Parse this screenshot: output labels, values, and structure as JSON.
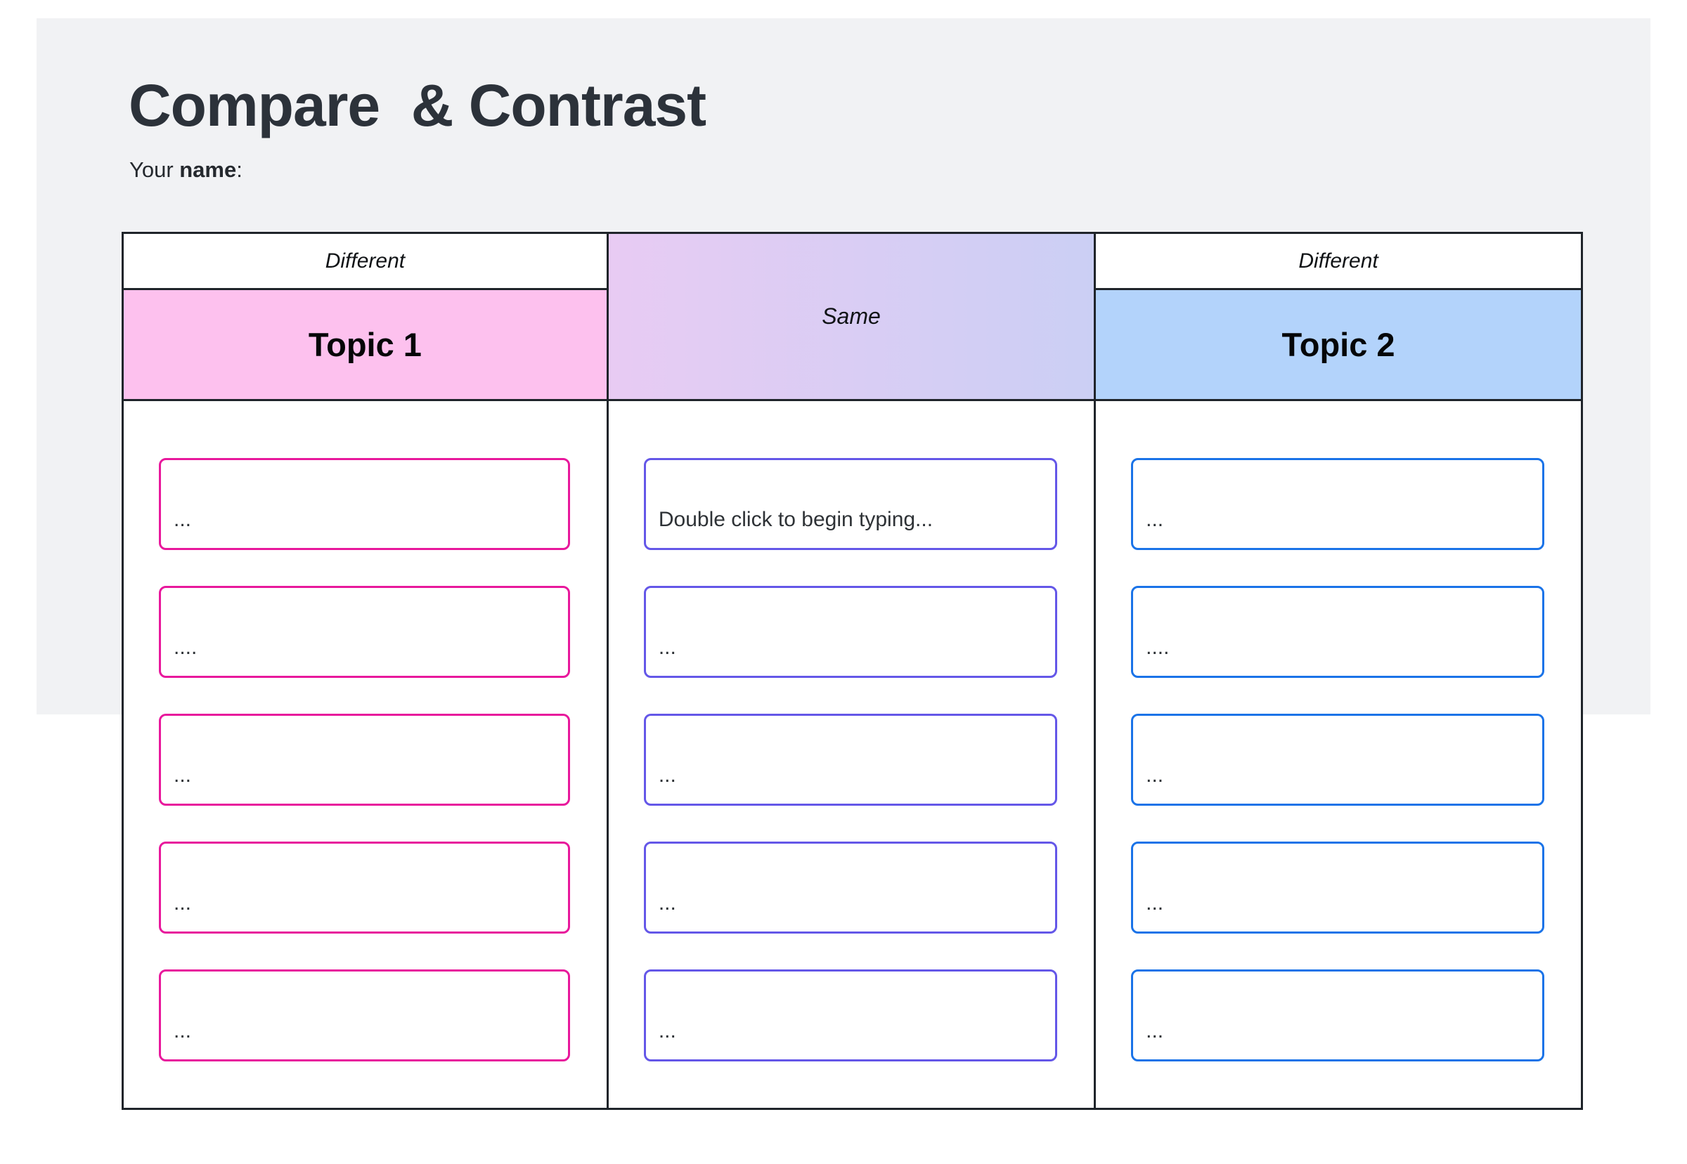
{
  "header": {
    "title": "Compare  & Contrast",
    "name_prefix": "Your ",
    "name_bold": "name",
    "name_suffix": ":"
  },
  "table": {
    "columns": [
      {
        "id": "topic1",
        "different_label": "Different",
        "topic_label": "Topic 1",
        "boxes": [
          "...",
          "....",
          "...",
          "...",
          "..."
        ]
      },
      {
        "id": "same",
        "same_label": "Same",
        "boxes": [
          "Double click to begin typing...",
          "...",
          "...",
          "...",
          "..."
        ]
      },
      {
        "id": "topic2",
        "different_label": "Different",
        "topic_label": "Topic 2",
        "boxes": [
          "...",
          "....",
          "...",
          "...",
          "..."
        ]
      }
    ]
  },
  "colors": {
    "canvas_bg": "#f1f2f4",
    "table_border": "#1f242a",
    "topic1_header_bg": "#fdc1ee",
    "topic2_header_bg": "#b3d3fb",
    "same_gradient_start": "#e8cbf3",
    "same_gradient_end": "#cbcff4",
    "topic1_box_border": "#e8189c",
    "same_box_border": "#6457e8",
    "topic2_box_border": "#1a73e8"
  }
}
